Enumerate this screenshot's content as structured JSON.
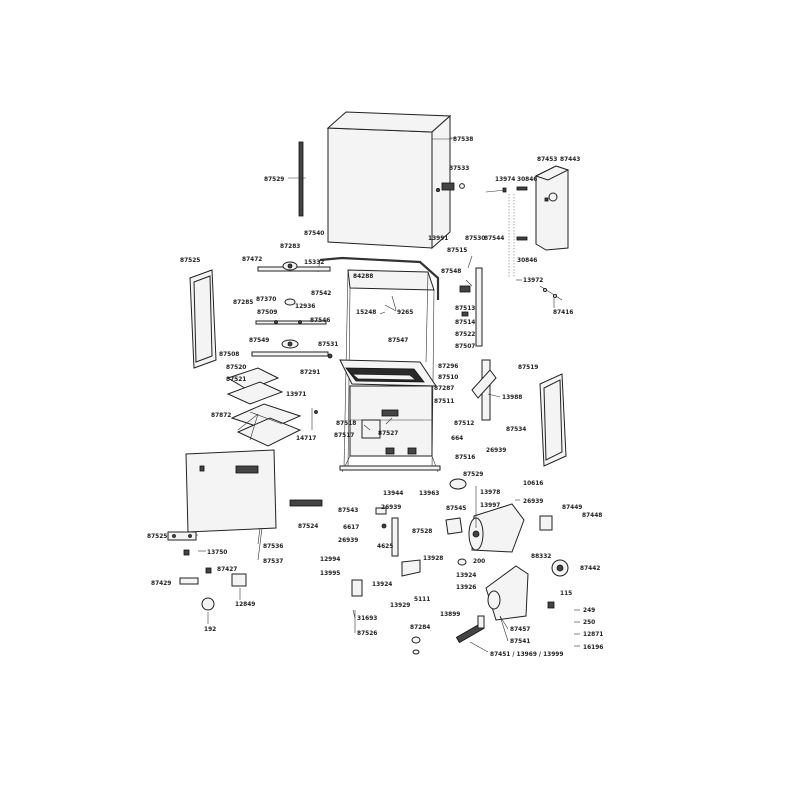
{
  "parts": {
    "p87538": "87538",
    "p87529a": "87529",
    "p87533": "87533",
    "p87453": "87453",
    "p87443": "87443",
    "p13974": "13974",
    "p30846a": "30846",
    "p30846b": "30846",
    "p87540": "87540",
    "p13991": "13991",
    "p87530": "87530",
    "p87544": "87544",
    "p87515": "87515",
    "p87525a": "87525",
    "p87472": "87472",
    "p87283": "87283",
    "p15332": "15332",
    "p84288": "84288",
    "p87548": "87548",
    "p13972": "13972",
    "p87285": "87285",
    "p87370": "87370",
    "p12936": "12936",
    "p87542": "87542",
    "p15248": "15248",
    "p9265": "9265",
    "p87513": "87513",
    "p87416": "87416",
    "p87509": "87509",
    "p87546": "87546",
    "p87514": "87514",
    "p87522": "87522",
    "p87549": "87549",
    "p87531": "87531",
    "p87547": "87547",
    "p87507": "87507",
    "p87508": "87508",
    "p87296": "87296",
    "p87519": "87519",
    "p87520": "87520",
    "p87291": "87291",
    "p87510": "87510",
    "p87521": "87521",
    "p87287": "87287",
    "p13971": "13971",
    "p13988": "13988",
    "p87511": "87511",
    "p87534": "87534",
    "p87872": "87872",
    "p87518": "87518",
    "p87512": "87512",
    "p87517": "87517",
    "p87527": "87527",
    "p14717": "14717",
    "p664": "664",
    "p26939a": "26939",
    "p87516": "87516",
    "p87529b": "87529",
    "p10616": "10616",
    "p13944": "13944",
    "p13963": "13963",
    "p13978": "13978",
    "p26939b": "26939",
    "p87524": "87524",
    "p87543": "87543",
    "p26939c": "26939",
    "p87545": "87545",
    "p13997": "13997",
    "p87449": "87449",
    "p87448": "87448",
    "p6617": "6617",
    "p87528": "87528",
    "p87525b": "87525",
    "p87536": "87536",
    "p26939d": "26939",
    "p4625": "4625",
    "p13750": "13750",
    "p87537": "87537",
    "p12994": "12994",
    "p13928": "13928",
    "p200": "200",
    "p88332": "88332",
    "p87442": "87442",
    "p13995": "13995",
    "p87427": "87427",
    "p13924a": "13924",
    "p87429": "87429",
    "p13924b": "13924",
    "p12849": "12849",
    "p13926": "13926",
    "p115": "115",
    "p13929": "13929",
    "p5111": "5111",
    "p249": "249",
    "p13899": "13899",
    "p31693": "31693",
    "p250": "250",
    "p87457": "87457",
    "p192": "192",
    "p87526": "87526",
    "p87284": "87284",
    "p12871": "12871",
    "p87541": "87541",
    "p16196": "16196",
    "p87451": "87451 / 13969 / 13999"
  }
}
